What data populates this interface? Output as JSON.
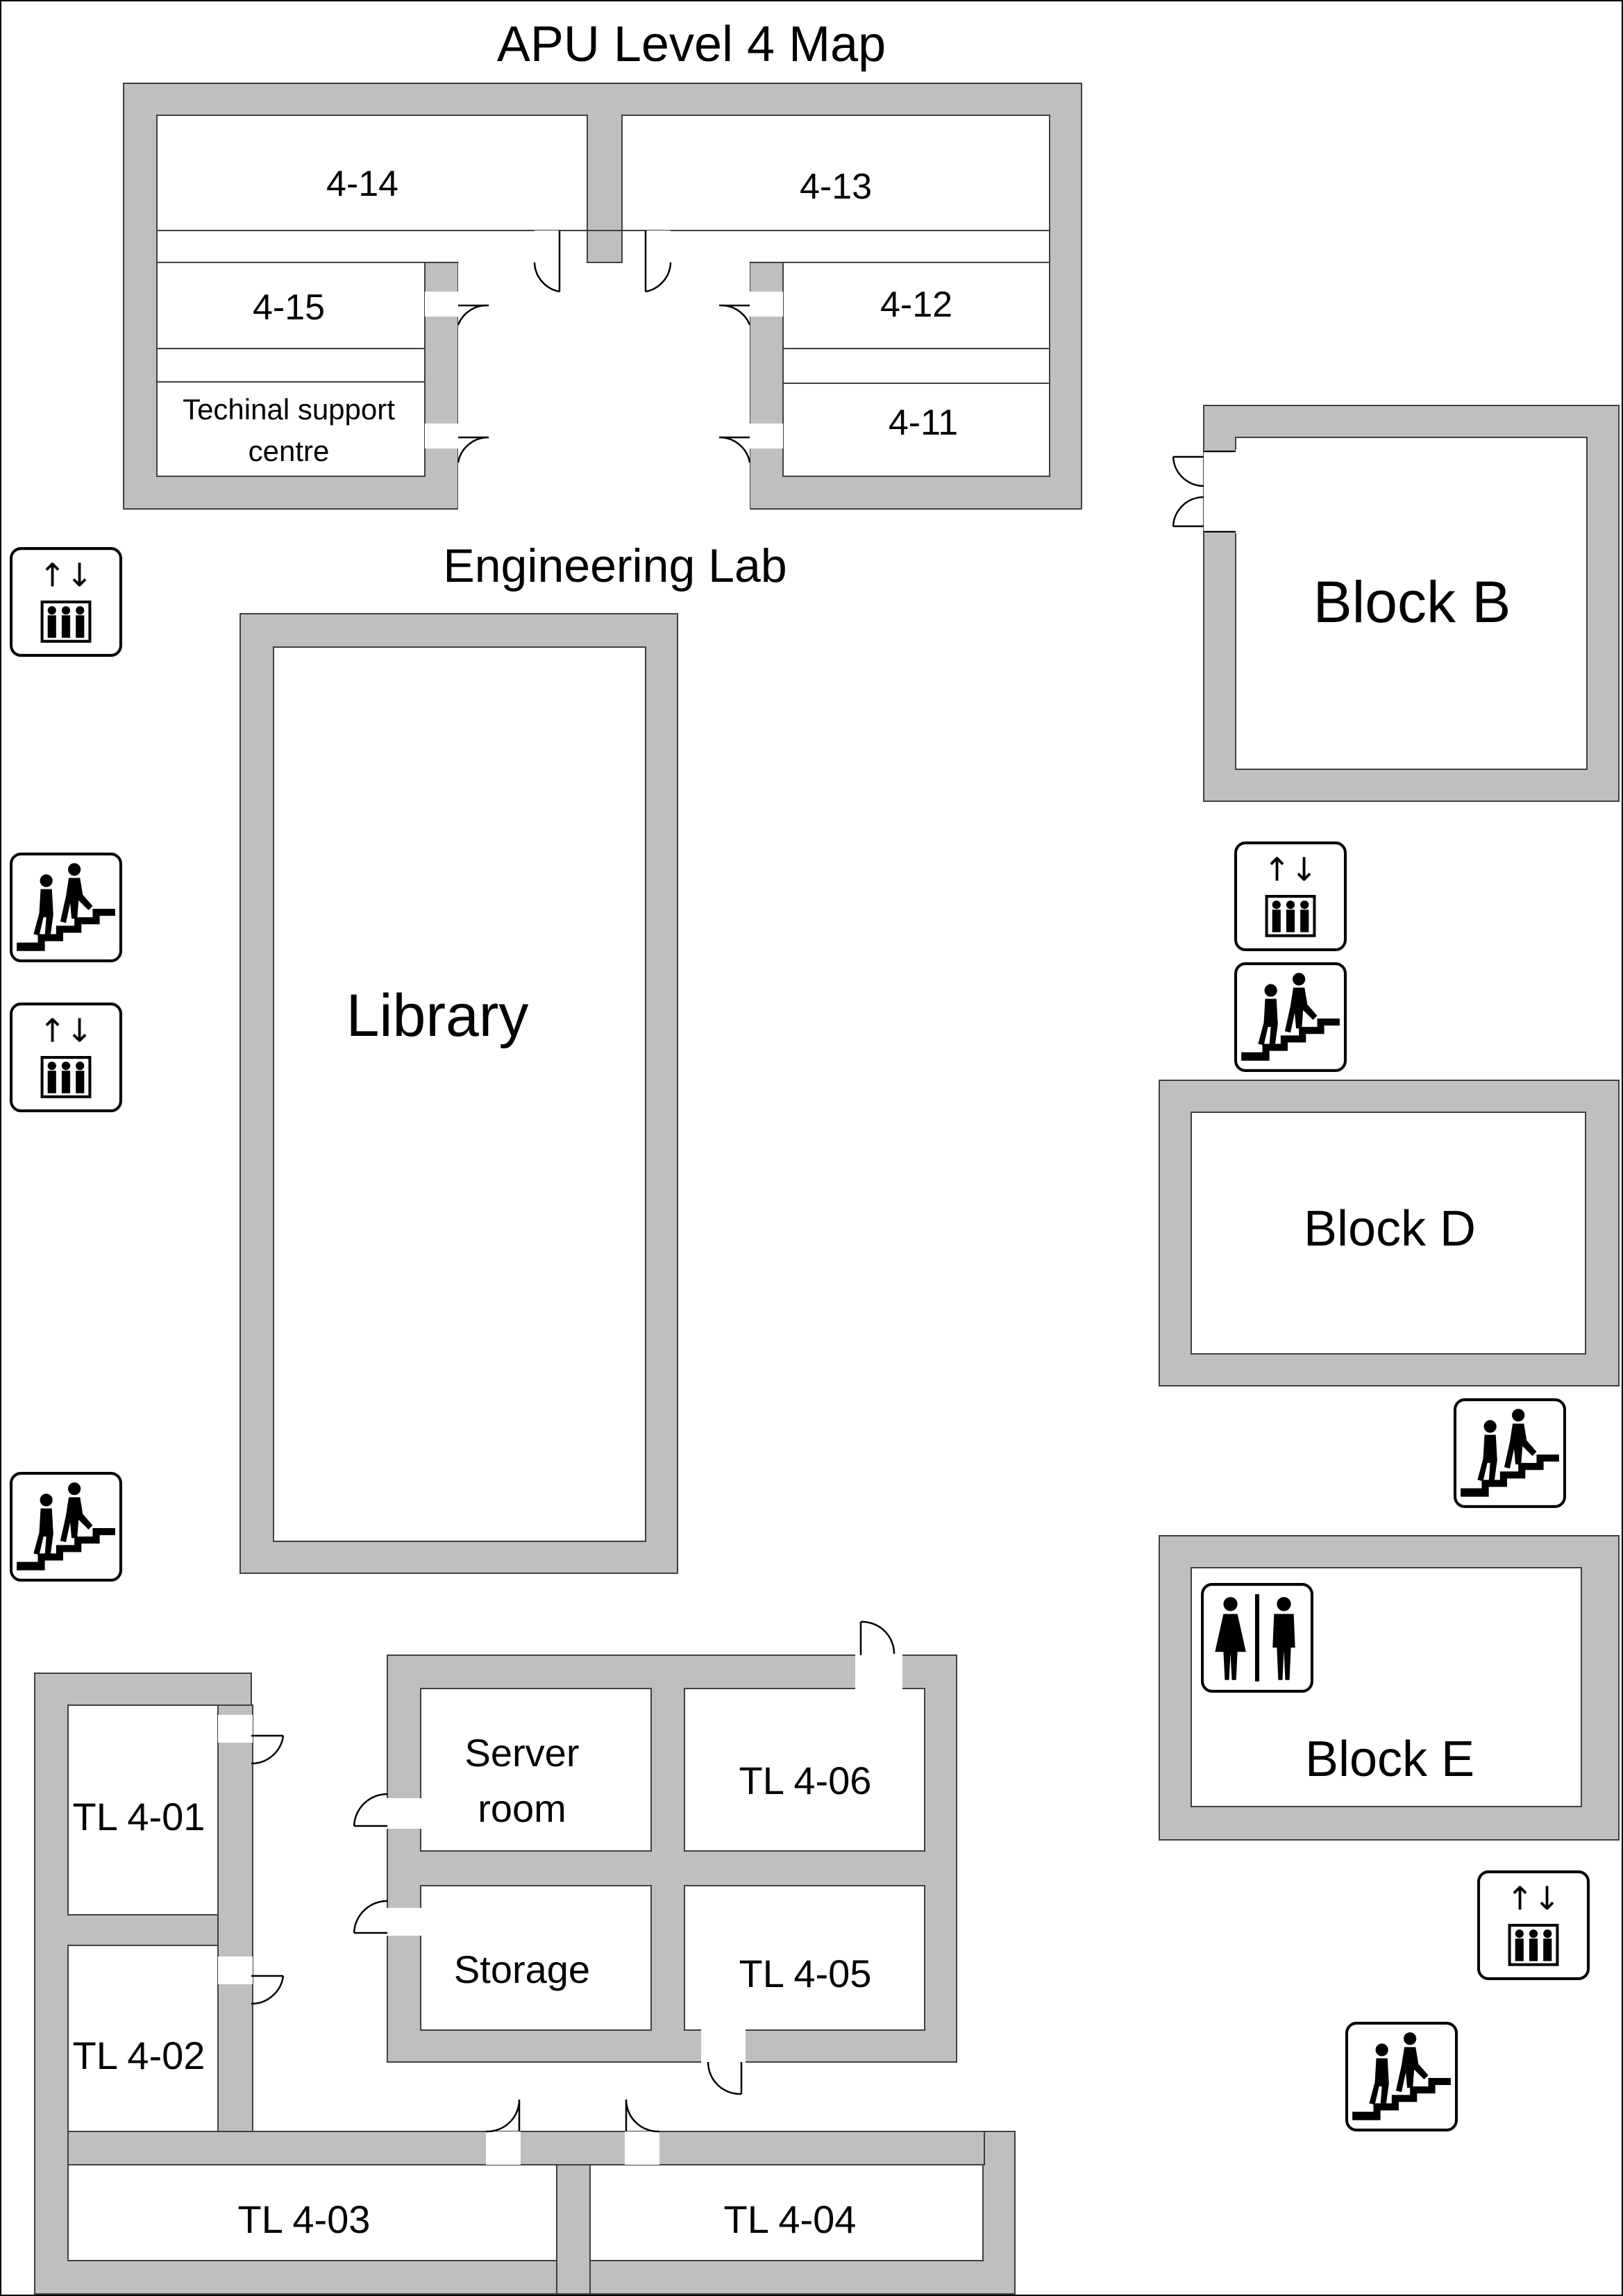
{
  "title": "APU Level 4 Map",
  "wall_color": "#bfbfbf",
  "outline_color": "#404040",
  "upper_block": {
    "section_label": "Engineering Lab",
    "rooms": [
      {
        "name": "4-14"
      },
      {
        "name": "4-13"
      },
      {
        "name": "4-15"
      },
      {
        "name": "4-12"
      },
      {
        "name": "Techinal support",
        "name2": "centre"
      },
      {
        "name": "4-11"
      }
    ]
  },
  "library": {
    "name": "Library"
  },
  "blocks": [
    {
      "name": "Block B"
    },
    {
      "name": "Block D"
    },
    {
      "name": "Block E"
    }
  ],
  "lower_block": {
    "rooms": [
      {
        "name": "TL 4-01"
      },
      {
        "name": "TL 4-02"
      },
      {
        "name": "TL 4-03"
      },
      {
        "name": "TL 4-04"
      },
      {
        "name": "Server",
        "name2": "room"
      },
      {
        "name": "TL 4-06"
      },
      {
        "name": "Storage"
      },
      {
        "name": "TL 4-05"
      }
    ]
  },
  "icons": {
    "elevator": "elevator-icon",
    "stairs": "stairs-icon",
    "restroom": "restroom-icon",
    "door": "door-icon"
  },
  "elevator_arrows": "↑↓"
}
